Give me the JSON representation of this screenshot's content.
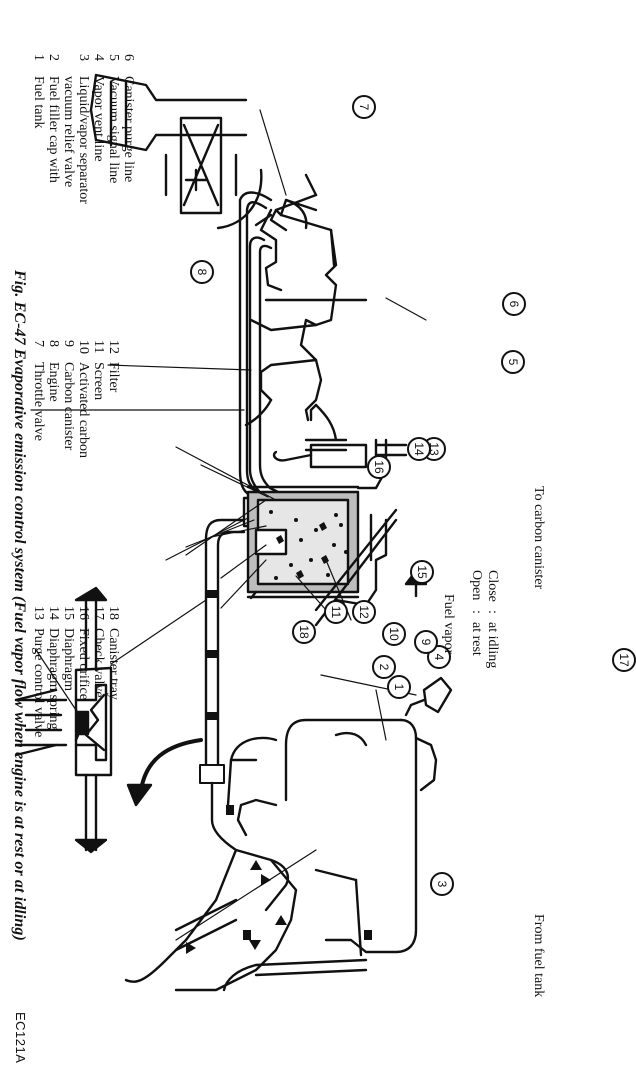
{
  "legend": [
    {
      "num": "1",
      "text": "Fuel tank"
    },
    {
      "num": "2",
      "text": "Fuel filler cap with",
      "cont": "vacuum relief valve"
    },
    {
      "num": "3",
      "text": "Liquid/vapor separator"
    },
    {
      "num": "4",
      "text": "Vapor vent line"
    },
    {
      "num": "5",
      "text": "Vacuum signal line"
    },
    {
      "num": "6",
      "text": "Canister purge line"
    },
    {
      "num": "7",
      "text": "Throttle valve"
    },
    {
      "num": "8",
      "text": "Engine"
    },
    {
      "num": "9",
      "text": "Carbon canister"
    },
    {
      "num": "10",
      "text": "Activated carbon"
    },
    {
      "num": "11",
      "text": "Screen"
    },
    {
      "num": "12",
      "text": "Filter"
    },
    {
      "num": "13",
      "text": "Purge control valve"
    },
    {
      "num": "14",
      "text": "Diaphragm spring"
    },
    {
      "num": "15",
      "text": "Diaphragm"
    },
    {
      "num": "16",
      "text": "Fixed orifice"
    },
    {
      "num": "17",
      "text": "Check valve"
    },
    {
      "num": "18",
      "text": "Canister tray"
    }
  ],
  "labels": {
    "to_canister": "To carbon canister",
    "from_tank": "From fuel tank",
    "close": "Close",
    "close_state": "at idling",
    "open": "Open",
    "open_state": "at rest",
    "colon": ":",
    "fuel_vapor": "Fuel vapor"
  },
  "callouts": [
    "1",
    "2",
    "3",
    "4",
    "5",
    "6",
    "7",
    "8",
    "9",
    "10",
    "11",
    "12",
    "13",
    "14",
    "15",
    "16",
    "17",
    "18"
  ],
  "caption": "Fig. EC-47  Evaporative emission control system (Fuel vapor flow when engine is at rest or at idling)",
  "code": "EC121A"
}
